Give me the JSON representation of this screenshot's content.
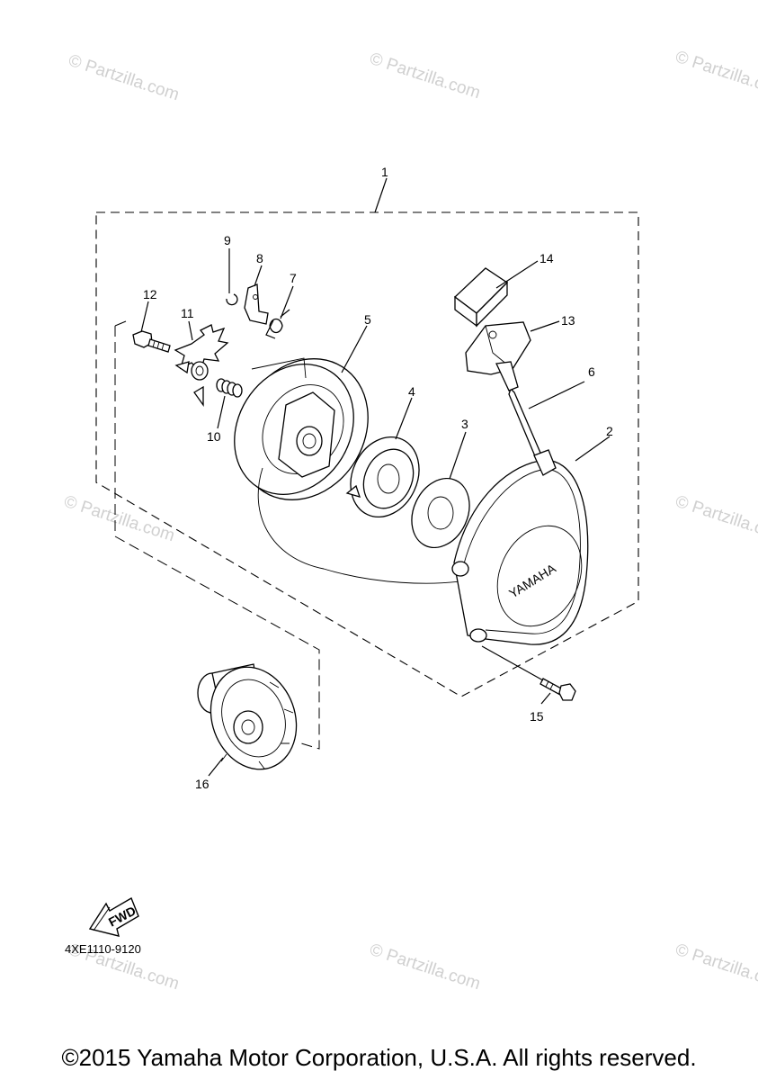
{
  "watermark": "© Partzilla.com",
  "callouts": {
    "c1": "1",
    "c2": "2",
    "c3": "3",
    "c4": "4",
    "c5": "5",
    "c6": "6",
    "c7": "7",
    "c8": "8",
    "c9": "9",
    "c10": "10",
    "c11": "11",
    "c12": "12",
    "c13": "13",
    "c14": "14",
    "c15": "15",
    "c16": "16"
  },
  "cover_brand": "YAMAHA",
  "fwd_label": "FWD",
  "diagram_code": "4XE1110-9120",
  "copyright": "©2015 Yamaha Motor Corporation, U.S.A. All rights reserved."
}
